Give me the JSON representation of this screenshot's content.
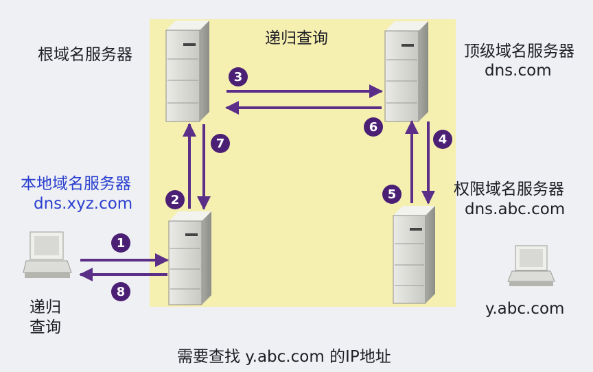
{
  "diagram": {
    "title": "递归查询",
    "root_server": {
      "label": "根域名服务器"
    },
    "tld_server": {
      "label": "顶级域名服务器",
      "domain": "dns.com"
    },
    "local_server": {
      "label": "本地域名服务器",
      "domain": "dns.xyz.com"
    },
    "auth_server": {
      "label": "权限域名服务器",
      "domain": "dns.abc.com"
    },
    "client": {
      "label_line1": "递归",
      "label_line2": "查询"
    },
    "target_host": {
      "domain": "y.abc.com"
    },
    "caption": "需要查找 y.abc.com 的IP地址",
    "steps": [
      "1",
      "2",
      "3",
      "4",
      "5",
      "6",
      "7",
      "8"
    ],
    "colors": {
      "arrow": "#5b2e87",
      "badge": "#4a1f74",
      "panel": "#f5efb0",
      "background": "#eef0f3",
      "local_text": "#2a3fd0"
    }
  }
}
